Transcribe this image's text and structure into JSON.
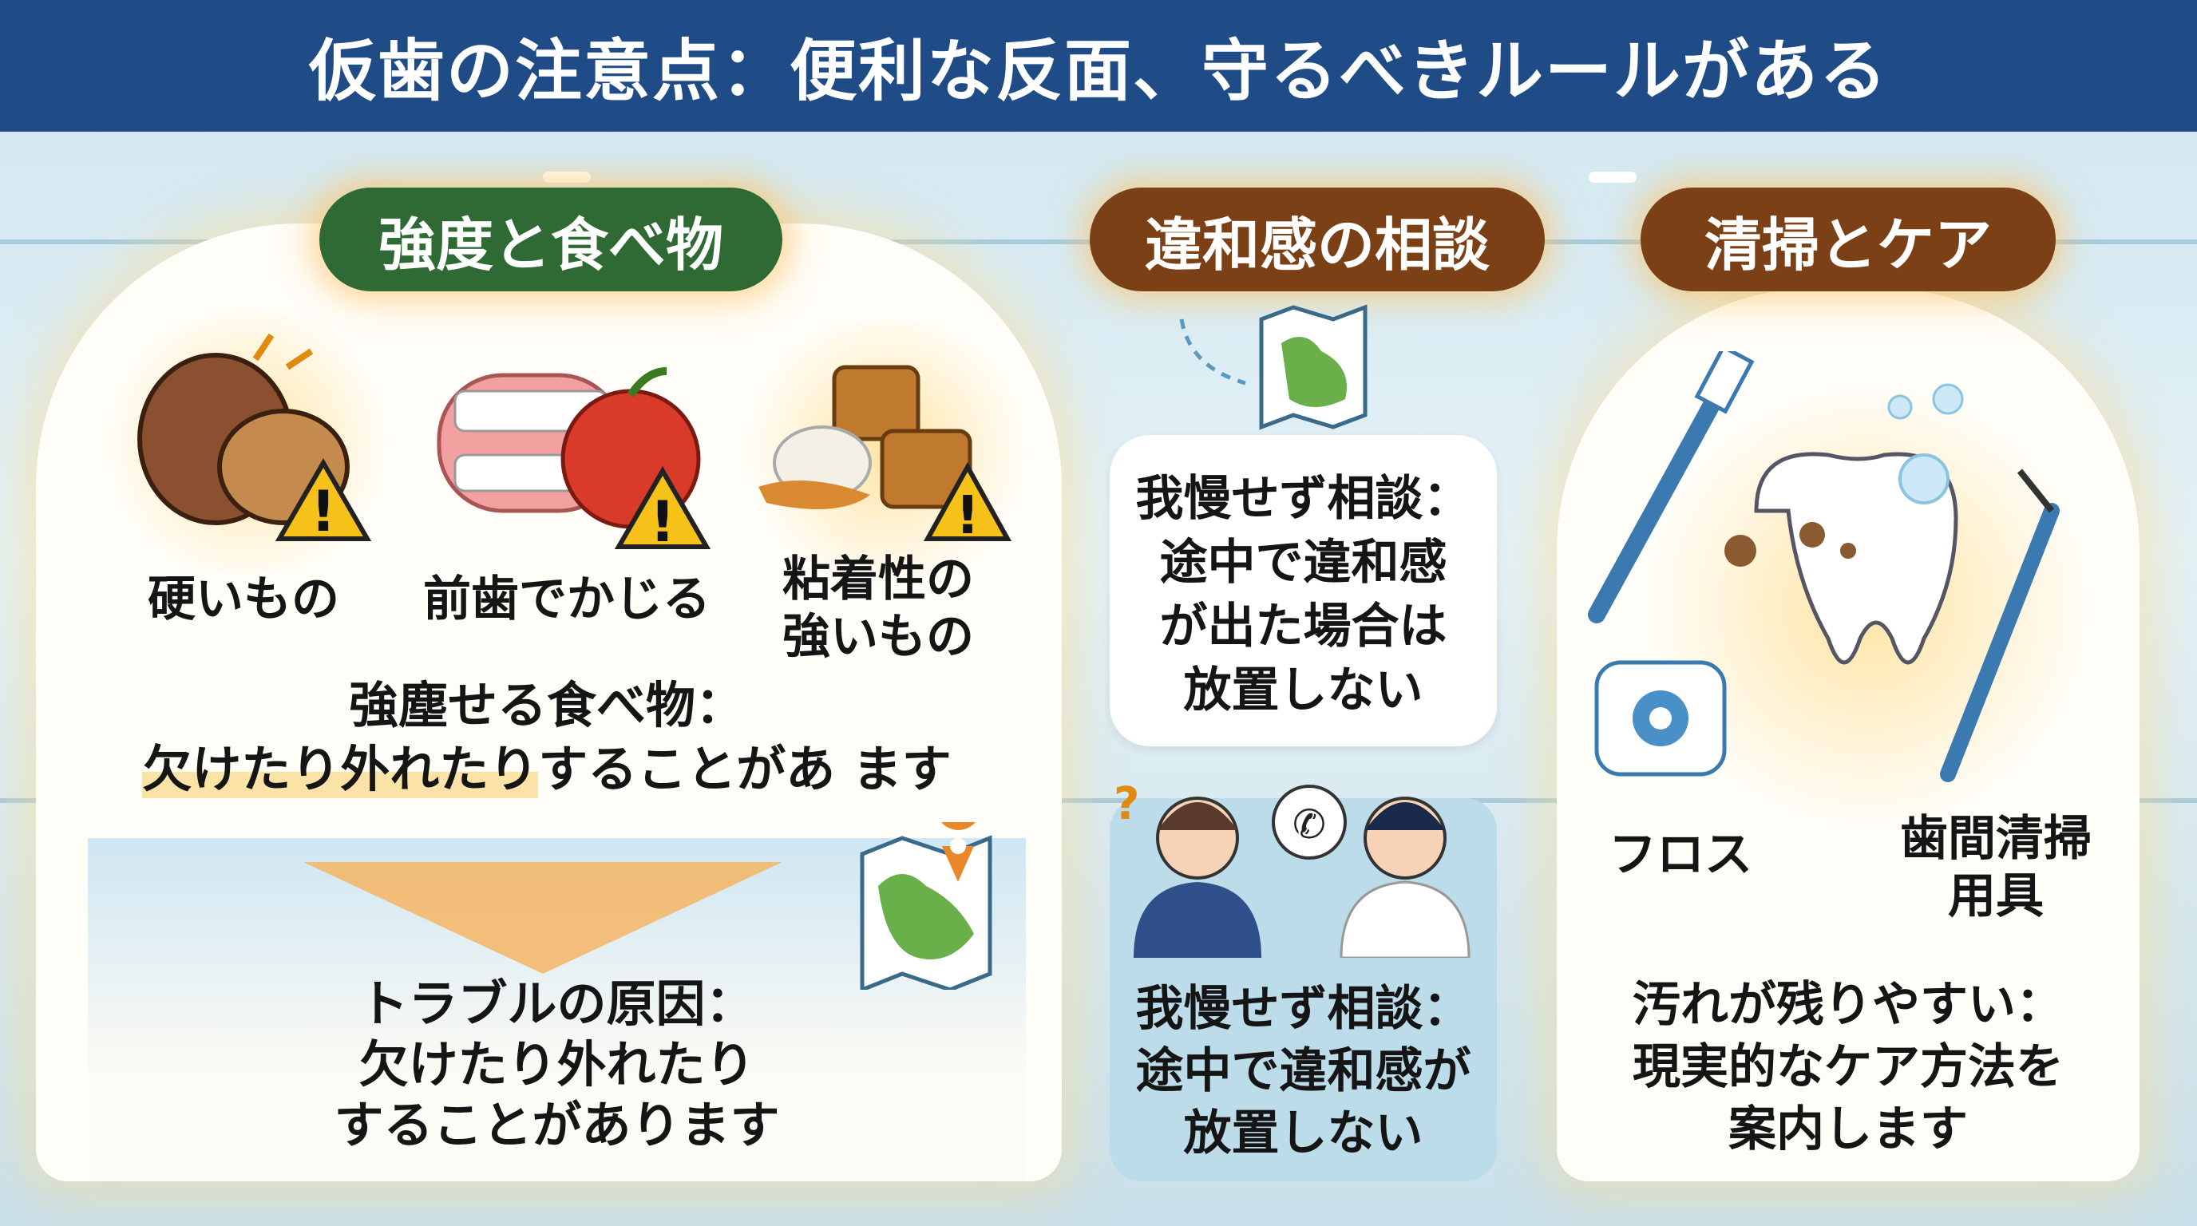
{
  "title": "仮歯の注意点：便利な反面、守るべきルールがある",
  "sections": {
    "strength": {
      "header": "強度と食べ物",
      "items": [
        {
          "label": "硬いもの",
          "icon": "walnut-warning-icon"
        },
        {
          "label": "前歯でかじる",
          "icon": "teeth-apple-warning-icon"
        },
        {
          "label_line1": "粘着性の",
          "label_line2": "強いもの",
          "icon": "caramel-warning-icon"
        }
      ],
      "caption_line1": "強塵せる食べ物：",
      "caption_line2_highlight": "欠けたり外れたり",
      "caption_line2_rest": "することがあ ます",
      "trouble_lines": [
        "トラブルの原因：",
        "欠けたり外れたり",
        "することがあります"
      ]
    },
    "discomfort": {
      "header": "違和感の相談",
      "bubble_lines": [
        "我慢せず相談：",
        "途中で違和感",
        "が出た場合は",
        "放置しない"
      ],
      "question_mark": "?",
      "box_lines": [
        "我慢せず相談：",
        "途中で違和感が",
        "放置しない"
      ]
    },
    "cleaning": {
      "header": "清掃とケア",
      "floss_label": "フロス",
      "brush_label_lines": [
        "歯間清掃",
        "用具"
      ],
      "bottom_lines": [
        "汚れが残りやすい：",
        "現実的なケア方法を",
        "案内します"
      ]
    }
  },
  "colors": {
    "header_bg": "#1f4c86",
    "green_pill": "#2f6a34",
    "brown_pill": "#7b4016",
    "highlight": "#fbe3a8",
    "blue_box": "#bcdcea"
  }
}
